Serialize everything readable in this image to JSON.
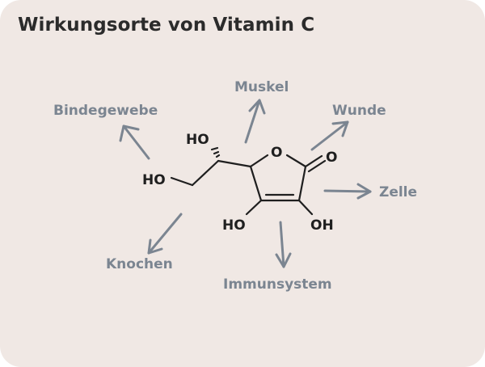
{
  "title": "Wirkungsorte von Vitamin C",
  "sites": {
    "bindegewebe": "Bindegewebe",
    "muskel": "Muskel",
    "wunde": "Wunde",
    "zelle": "Zelle",
    "immunsystem": "Immunsystem",
    "knochen": "Knochen"
  },
  "molecule": {
    "atoms": {
      "ho_top": "HO",
      "ho_left": "HO",
      "o_ring": "O",
      "o_carbonyl": "O",
      "ho_bottom": "HO",
      "oh_bottom": "OH"
    }
  },
  "colors": {
    "background": "#f0e8e4",
    "title": "#2b2b2b",
    "label": "#7b8591",
    "arrow": "#7b8591",
    "bond": "#1f1f1f"
  }
}
